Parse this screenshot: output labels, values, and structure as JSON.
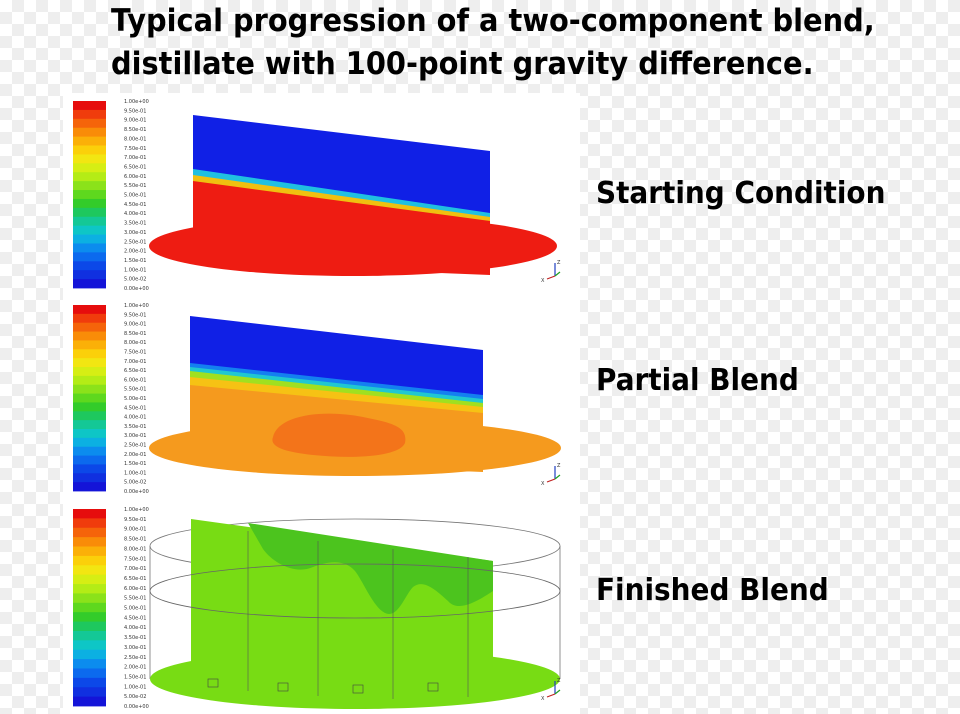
{
  "title": {
    "line1": "Typical progression of a two-component blend,",
    "line2": "distillate with 100-point gravity difference."
  },
  "colorbar": {
    "labels": [
      "1.00e+00",
      "9.50e-01",
      "9.00e-01",
      "8.50e-01",
      "8.00e-01",
      "7.50e-01",
      "7.00e-01",
      "6.50e-01",
      "6.00e-01",
      "5.50e-01",
      "5.00e-01",
      "4.50e-01",
      "4.00e-01",
      "3.50e-01",
      "3.00e-01",
      "2.50e-01",
      "2.00e-01",
      "1.50e-01",
      "1.00e-01",
      "5.00e-02",
      "0.00e+00"
    ],
    "colors": [
      "#e60d0d",
      "#f03c0c",
      "#f5640a",
      "#f98c08",
      "#fbb008",
      "#fbd00a",
      "#f2e612",
      "#d6ee14",
      "#b4ec16",
      "#8be21a",
      "#5ed81e",
      "#33cc2a",
      "#1ec85e",
      "#14c896",
      "#0ec6c6",
      "#0cb0e2",
      "#0c8cee",
      "#0c6aee",
      "#0c48e8",
      "#1030e0",
      "#1414d8"
    ]
  },
  "panels": [
    {
      "caption": "Starting Condition"
    },
    {
      "caption": "Partial Blend"
    },
    {
      "caption": "Finished Blend"
    }
  ],
  "axis_triad": {
    "x": "X",
    "z": "Z"
  }
}
